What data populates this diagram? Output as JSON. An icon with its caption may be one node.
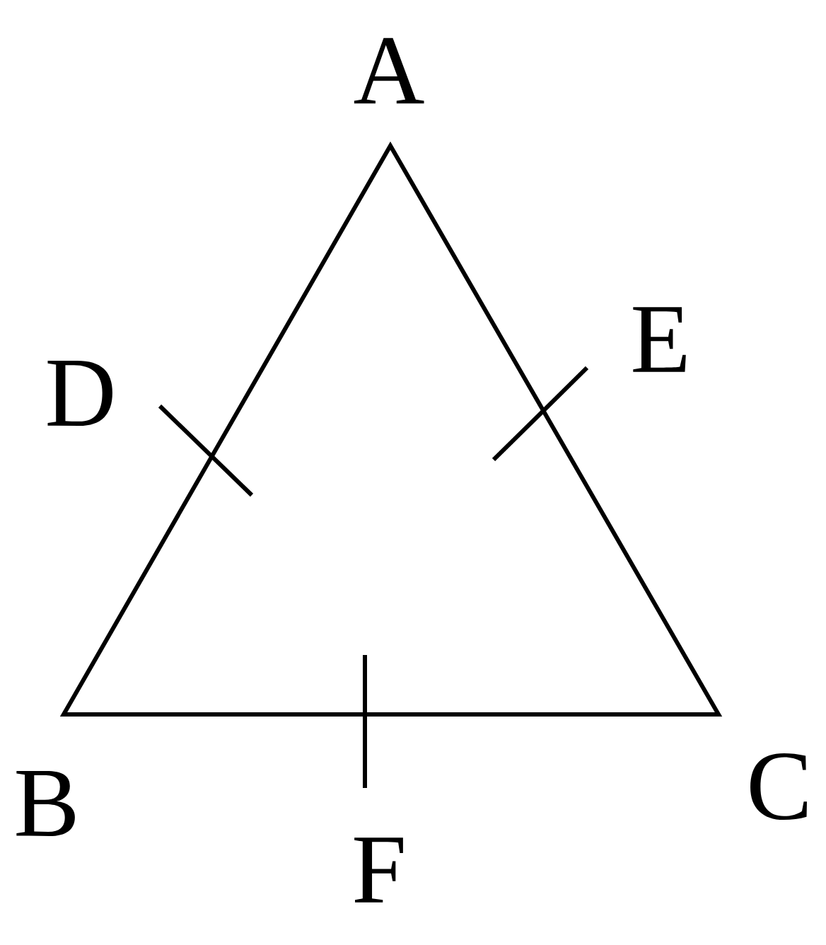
{
  "diagram": {
    "labels": [
      "A",
      "D",
      "E",
      "B",
      "C",
      "F"
    ]
  }
}
